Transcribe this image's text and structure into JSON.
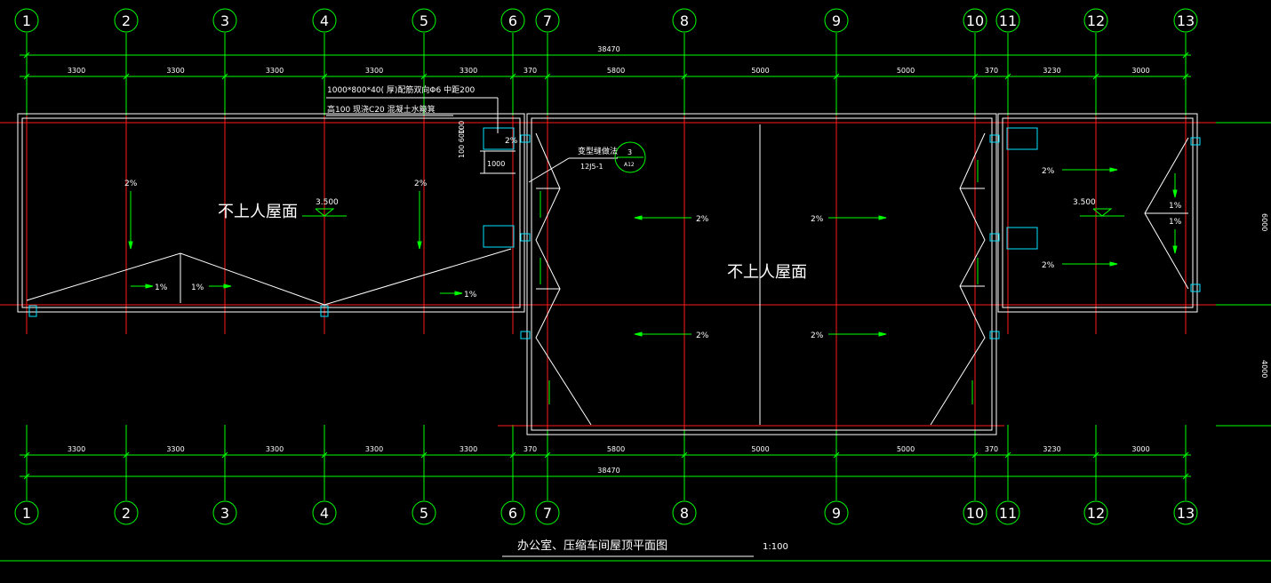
{
  "drawing": {
    "title": "办公室、压缩车间屋顶平面图",
    "scale": "1:100",
    "colors": {
      "background": "#000000",
      "axis_line": "#ff1a1a",
      "dimension": "#00ff00",
      "outline": "#ffffff",
      "drain": "#00e5ff",
      "text": "#ffffff"
    }
  },
  "axes": [
    "1",
    "2",
    "3",
    "4",
    "5",
    "6",
    "7",
    "8",
    "9",
    "10",
    "11",
    "12",
    "13"
  ],
  "dimensions": {
    "total": "38470",
    "top_spans": [
      "3300",
      "3300",
      "3300",
      "3300",
      "3300",
      "370",
      "5800",
      "5000",
      "5000",
      "370",
      "3230",
      "3000"
    ],
    "bottom_spans": [
      "3300",
      "3300",
      "3300",
      "3300",
      "3300",
      "370",
      "5800",
      "5000",
      "5000",
      "370",
      "3230",
      "3000"
    ],
    "right_side": [
      "6000",
      "4000"
    ]
  },
  "notes": {
    "note_line1": "1000*800*40(     厚)配筋双向Φ6 中距200",
    "note_line2": "高100  现浇C20  混凝土水簸箕",
    "detail_callout": "变型缝做法",
    "detail_ref": "12J5-1",
    "detail_number": "3",
    "detail_page": "A12",
    "dim_100": "100",
    "dim_600": "100 600",
    "dim_1000": "1000"
  },
  "labels": {
    "no_access_roof": "不上人屋面",
    "elevation": "3.500",
    "slope_2": "2%",
    "slope_1": "1%"
  }
}
